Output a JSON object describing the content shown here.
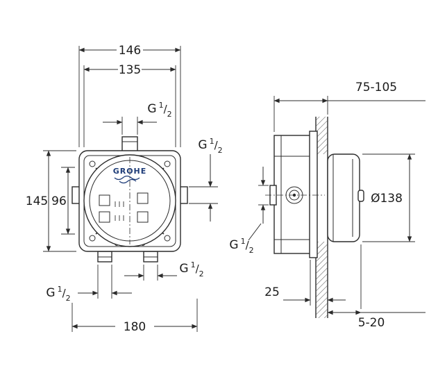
{
  "drawing": {
    "brand_logo": "GROHE",
    "thread_label": {
      "prefix": "G",
      "numerator": "1",
      "slash": "/",
      "denominator": "2"
    },
    "dimensions": {
      "outer_width": "146",
      "inner_width": "135",
      "outer_height": "145",
      "inner_height": "96",
      "bottom_width": "180",
      "install_depth_range": "75-105",
      "plate_diameter": "Ø138",
      "min_depth": "25",
      "protrusion_range": "5-20"
    },
    "colors": {
      "line": "#2b2b2b",
      "brand_blue": "#1e3c78"
    }
  }
}
